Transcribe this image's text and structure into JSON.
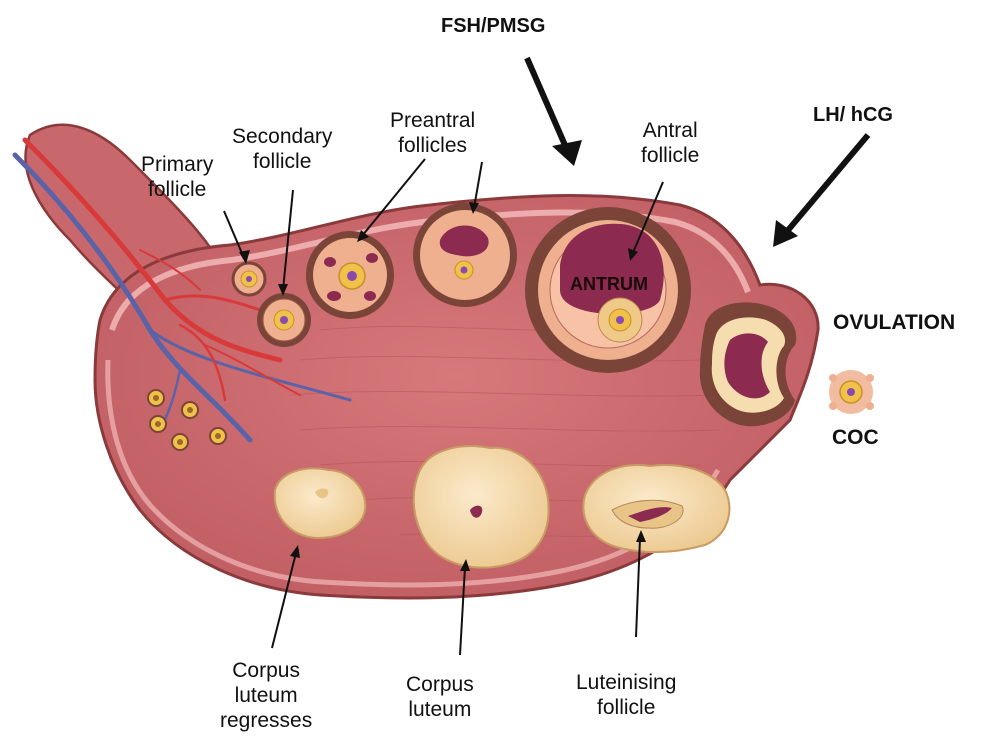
{
  "labels": {
    "fsh": "FSH/PMSG",
    "lh": "LH/ hCG",
    "primary": [
      "Primary",
      "follicle"
    ],
    "secondary": [
      "Secondary",
      "follicle"
    ],
    "preantral": [
      "Preantral",
      "follicles"
    ],
    "antral": [
      "Antral",
      "follicle"
    ],
    "antrum": "ANTRUM",
    "ovulation": "OVULATION",
    "coc": "COC",
    "cl_regresses": [
      "Corpus",
      "luteum",
      "regresses"
    ],
    "corpus_luteum": [
      "Corpus",
      "luteum"
    ],
    "luteinising": [
      "Luteinising",
      "follicle"
    ]
  },
  "colors": {
    "ovary": "#cf6f73",
    "ovary_border": "#8a3a3a",
    "cortex_rim": "#f3b9b8",
    "artery": "#d83a3a",
    "vein": "#5b63a8",
    "granulosa": "#efb08f",
    "theca": "#7a4538",
    "antrum": "#8c2b4f",
    "oocyte": "#f0c24a",
    "luteal": "#f6ddb0"
  }
}
